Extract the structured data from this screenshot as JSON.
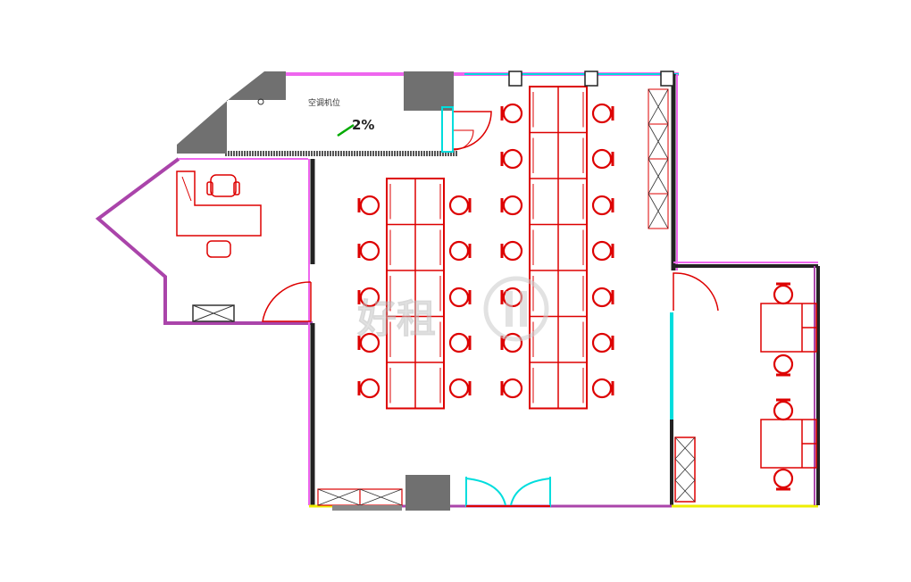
{
  "plan": {
    "ac_label": "空调机位",
    "slope_label": "2%",
    "watermark_text": "好租"
  },
  "colors": {
    "furniture": "#dd0000",
    "wall_pink": "#ee66ee",
    "wall_dark": "#222222",
    "glass": "#00dddd",
    "column": "#707070",
    "sill": "#eeee00",
    "slope_mark": "#00aa00",
    "watermark": "#cccccc"
  }
}
